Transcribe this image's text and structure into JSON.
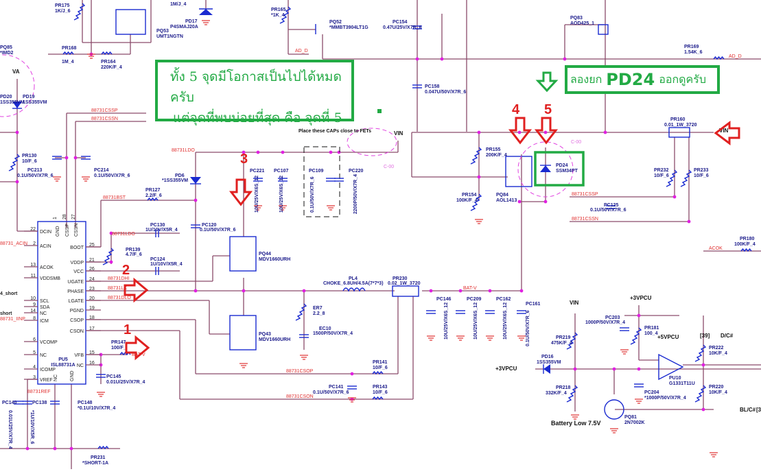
{
  "annotations": {
    "note_main_line1": "ทั้ง 5 จุดมีโอกาสเป็นไปได้หมดครับ",
    "note_main_line2": "แต่จุดที่พบบ่อยที่สุด คือ จุดที่ 5",
    "note_pd24_prefix": "ลองยก",
    "note_pd24_part": "PD24",
    "note_pd24_suffix": "ออกดูครับ",
    "markers": [
      "1",
      "2",
      "3",
      "4",
      "5"
    ],
    "arrow_color": "#e02020",
    "box_color": "#22aa44"
  },
  "ic": {
    "ref": "PU5",
    "part": "ISL88731A",
    "top_pins": [
      {
        "n": "1",
        "name": "GND"
      },
      {
        "n": "28",
        "name": "CSSP"
      },
      {
        "n": "27",
        "name": "CSSN"
      }
    ],
    "left_pins": [
      {
        "n": "22",
        "name": "DCIN"
      },
      {
        "n": "2",
        "name": "ACIN"
      },
      {
        "n": "13",
        "name": "ACOK"
      },
      {
        "n": "11",
        "name": "VDDSMB"
      },
      {
        "n": "10",
        "name": "SCL"
      },
      {
        "n": "9",
        "name": "SDA"
      },
      {
        "n": "14",
        "name": "NC"
      },
      {
        "n": "8",
        "name": "ICM"
      },
      {
        "n": "6",
        "name": "VCOMP"
      },
      {
        "n": "5",
        "name": "NC"
      },
      {
        "n": "4",
        "name": "ICOMP"
      },
      {
        "n": "3",
        "name": "VREF"
      }
    ],
    "right_pins": [
      {
        "n": "25",
        "name": "BOOT"
      },
      {
        "n": "21",
        "name": "VDDP"
      },
      {
        "n": "26",
        "name": "VCC"
      },
      {
        "n": "24",
        "name": "UGATE"
      },
      {
        "n": "23",
        "name": "PHASE"
      },
      {
        "n": "20",
        "name": "LGATE"
      },
      {
        "n": "19",
        "name": "PGND"
      },
      {
        "n": "18",
        "name": "CSOP"
      },
      {
        "n": "17",
        "name": "CSON"
      },
      {
        "n": "15",
        "name": "VFB"
      },
      {
        "n": "16",
        "name": "NC"
      }
    ],
    "bottom_pins": [
      {
        "n": "7",
        "name": "NC"
      },
      {
        "n": "12",
        "name": "GND"
      }
    ]
  },
  "components": {
    "pr175": {
      "ref": "PR175",
      "val": "1K/J_6"
    },
    "pr168": {
      "ref": "PR168",
      "val": "1M_4"
    },
    "pr164": {
      "ref": "PR164",
      "val": "220K/F_4"
    },
    "pq53": {
      "ref": "PQ53",
      "val": "UMT1NGTN"
    },
    "pd17": {
      "ref": "PD17",
      "val": "P4SMAJ20A"
    },
    "r_1mj4": {
      "val": "1M/J_4"
    },
    "pq85": {
      "ref": "PQ85",
      "val": "*IMD2"
    },
    "pd20": {
      "ref": "PD20",
      "val": "1SS355VM"
    },
    "pd19": {
      "ref": "PD19",
      "val": "1SS355VM"
    },
    "pr165": {
      "ref": "PR165",
      "val": "*1K_4"
    },
    "pq52": {
      "ref": "PQ52",
      "val": "*MMBT3904LT1G"
    },
    "pc154": {
      "ref": "PC154",
      "val": "0.47U/25V/X7R_6"
    },
    "pc158": {
      "ref": "PC158",
      "val": "0.047U/50V/X7R_6"
    },
    "pq83": {
      "ref": "PQ83",
      "val": "AOD425_1"
    },
    "pr169": {
      "ref": "PR169",
      "val": "1.54K_6"
    },
    "pr130": {
      "ref": "PR130",
      "val": "10/F_6"
    },
    "pc213": {
      "ref": "PC213",
      "val": "0.1U/50V/X7R_6"
    },
    "pc214": {
      "ref": "PC214",
      "val": "0.1U/50V/X7R_6"
    },
    "pd6": {
      "ref": "PD6",
      "val": "*1SS355VM"
    },
    "pr127": {
      "ref": "PR127",
      "val": "2.2/F_6"
    },
    "pc120": {
      "ref": "PC120",
      "val": "0.1U/50V/X7R_6"
    },
    "pc130": {
      "ref": "PC130",
      "val": "1U/10V/X5R_4"
    },
    "pr139": {
      "ref": "PR139",
      "val": "4.7/F_6"
    },
    "pc124": {
      "ref": "PC124",
      "val": "1U/10V/X5R_4"
    },
    "pc221": {
      "ref": "PC221",
      "val": "10U/25V/X6S_12"
    },
    "pc107": {
      "ref": "PC107",
      "val": "10U/25V/X6S_12"
    },
    "pc109": {
      "ref": "PC109",
      "val": "0.1U/50V/X7R_6"
    },
    "pc220": {
      "ref": "PC220",
      "val": "2200P/50V/X7R_4"
    },
    "caps_note": "Place these CAPs close to FETs",
    "pq44": {
      "ref": "PQ44",
      "val": "MDV1660URH"
    },
    "pq43": {
      "ref": "PQ43",
      "val": "MDV1660URH"
    },
    "pr155": {
      "ref": "PR155",
      "val": "200K/F_4"
    },
    "pr154": {
      "ref": "PR154",
      "val": "100K/F_4"
    },
    "pq84": {
      "ref": "PQ84",
      "val": "AOL1413"
    },
    "pd24": {
      "ref": "PD24",
      "val": "SSM34PT"
    },
    "pr160": {
      "ref": "PR160",
      "val": "0.01_1W_3720"
    },
    "pr232": {
      "ref": "PR232",
      "val": "10/F_6"
    },
    "pr233": {
      "ref": "PR233",
      "val": "10/F_6"
    },
    "pc125": {
      "ref": "PC125",
      "val": "0.1U/50V/X7R_6"
    },
    "pr180": {
      "ref": "PR180",
      "val": "100K/F_4"
    },
    "pl4": {
      "ref": "PL4",
      "val": "CHOKE_6.8UH/4.5A(7*7*3)"
    },
    "pr230": {
      "ref": "PR230",
      "val": "0.02_1W_3720"
    },
    "er7": {
      "ref": "ER7",
      "val": "2.2_8"
    },
    "ec10": {
      "ref": "EC10",
      "val": "1500P/50V/X7R_4"
    },
    "pc146": {
      "ref": "PC146",
      "val": "10U/25V/X6S_12"
    },
    "pc209": {
      "ref": "PC209",
      "val": "10U/25V/X6S_12"
    },
    "pc162": {
      "ref": "PC162",
      "val": "10U/25V/X6S_12"
    },
    "pc161": {
      "ref": "PC161",
      "val": "0.1U/50V/X7R_6"
    },
    "pr147": {
      "ref": "PR147",
      "val": "100/F_"
    },
    "pc145": {
      "ref": "PC145",
      "val": "0.01U/25V/X7R_4"
    },
    "pr141": {
      "ref": "PR141",
      "val": "10/F_6"
    },
    "pr143": {
      "ref": "PR143",
      "val": "10/F_6"
    },
    "pc141": {
      "ref": "PC141",
      "val": "0.1U/50V/X7R_6"
    },
    "pc140": {
      "ref": "PC140",
      "val": "0.01U/25V/X7R_4"
    },
    "pc138": {
      "ref": "PC138",
      "val": "*1U/10V/X5R_6"
    },
    "pc148": {
      "ref": "PC148",
      "val": "*0.1U/10V/X7R_4"
    },
    "pr231": {
      "ref": "PR231",
      "val": "*SHORT-1A"
    },
    "pd16": {
      "ref": "PD16",
      "val": "1SS355VM"
    },
    "pr219": {
      "ref": "PR219",
      "val": "475K/F_4"
    },
    "pr218": {
      "ref": "PR218",
      "val": "332K/F_4"
    },
    "pc203": {
      "ref": "PC203",
      "val": "1000P/50V/X7R_4"
    },
    "pr181": {
      "ref": "PR181",
      "val": "100_4"
    },
    "pc204": {
      "ref": "PC204",
      "val": "*1000P/50V/X7R_4"
    },
    "pu10": {
      "ref": "PU10",
      "val": "G1331T11U"
    },
    "pq81": {
      "ref": "PQ81",
      "val": "2N7002K"
    },
    "pr222": {
      "ref": "PR222",
      "val": "10K/F_4"
    },
    "pr220": {
      "ref": "PR220",
      "val": "10K/F_4"
    }
  },
  "nets": {
    "ad_d": "AD_D",
    "cssp": "88731CSSP",
    "cssn": "88731CSSN",
    "ldo": "88731LDO",
    "bst": "88731BST",
    "dhi": "88731DHI",
    "lx": "88731LX",
    "dlo": "88731DLO",
    "acin": "88731_ACIN",
    "iinp": "88731_IINP",
    "csop": "88731CSOP",
    "cson": "88731CSON",
    "ref": "88731REF",
    "batv": "BAT-V",
    "acok": "ACOK",
    "short": "4_short",
    "short2": "short",
    "c00": "C-00"
  },
  "power": {
    "va": "VA",
    "vin": "VIN",
    "p3vpcu": "+3VPCU",
    "p5vpcu": "+5VPCU",
    "dc": "D/C#",
    "blc": "BL/C#",
    "ref39": "[39]",
    "ref3": "[3",
    "batlow": "Battery Low 7.5V"
  }
}
